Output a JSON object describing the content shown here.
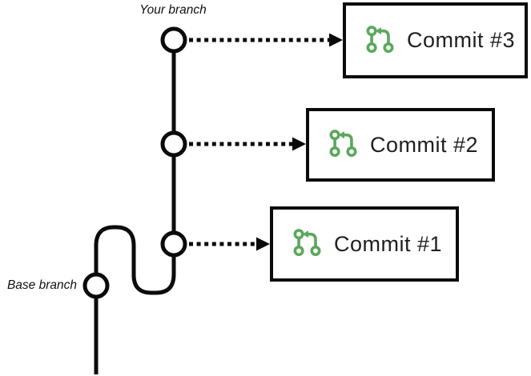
{
  "diagram": {
    "your_branch_label": "Your branch",
    "base_branch_label": "Base branch",
    "commits": [
      {
        "label": "Commit #3",
        "icon": "git-pull-request-icon"
      },
      {
        "label": "Commit #2",
        "icon": "git-pull-request-icon"
      },
      {
        "label": "Commit #1",
        "icon": "git-pull-request-icon"
      }
    ]
  },
  "colors": {
    "accent-green": "#5BA85C",
    "line": "#0b0b0b",
    "text": "#1f1f1f",
    "background": "#ffffff"
  }
}
